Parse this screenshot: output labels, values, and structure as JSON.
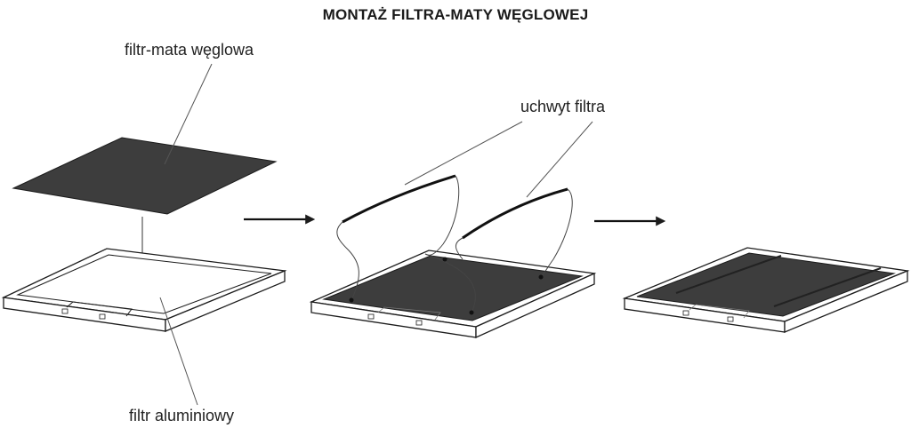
{
  "title": "MONTAŻ FILTRA-MATY WĘGLOWEJ",
  "labels": {
    "carbon_mat": "filtr-mata węglowa",
    "filter_holder": "uchwyt filtra",
    "aluminium_filter": "filtr aluminiowy"
  },
  "steps": [
    {
      "name": "separate-parts"
    },
    {
      "name": "attach-holders"
    },
    {
      "name": "assembled-filter"
    }
  ],
  "colors": {
    "mat_fill": "#3d3d3d",
    "frame_fill": "#ffffff",
    "line": "#1c1c1c"
  }
}
